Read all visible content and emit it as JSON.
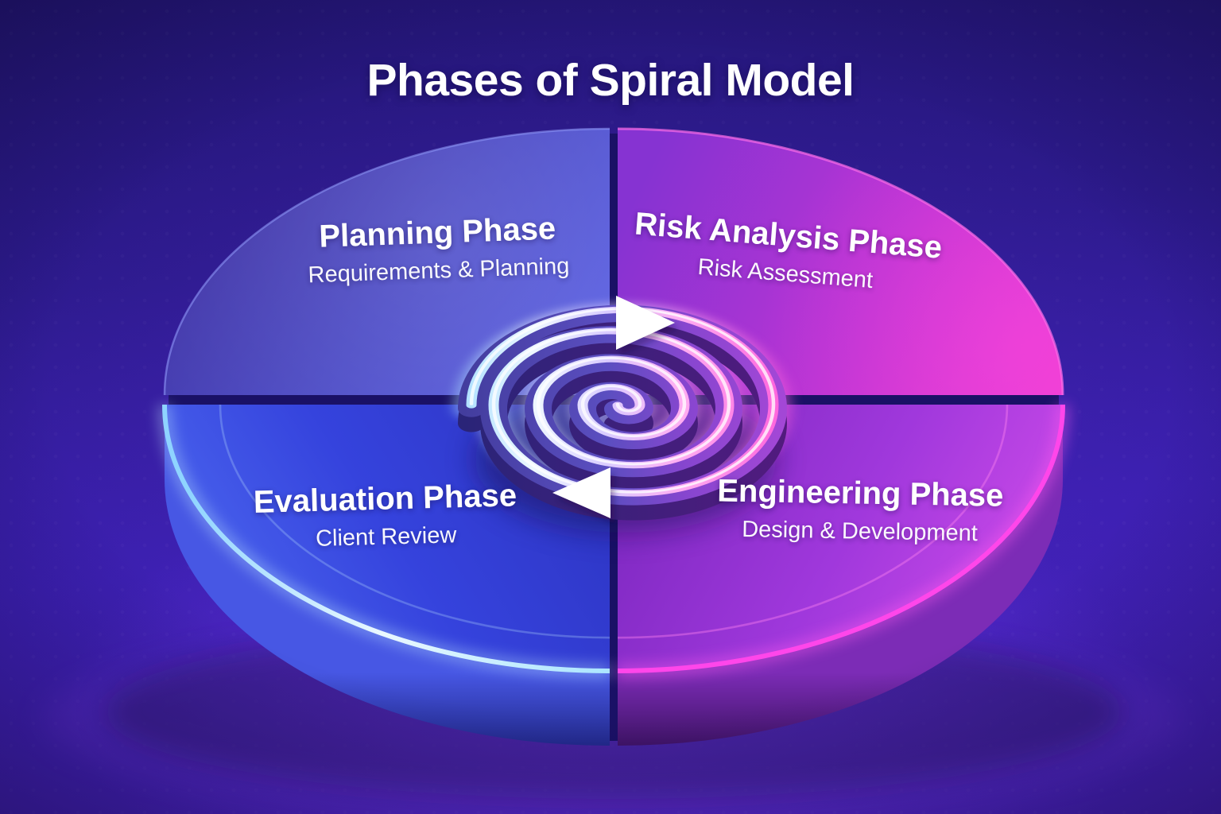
{
  "title": "Phases of Spiral Model",
  "quadrants": [
    {
      "id": "planning",
      "label": "Planning Phase",
      "sublabel": "Requirements & Planning",
      "accent_color": "#5a5fe0",
      "position": "top-left"
    },
    {
      "id": "risk-analysis",
      "label": "Risk Analysis Phase",
      "sublabel": "Risk Assessment",
      "accent_color": "#e03bd2",
      "position": "top-right"
    },
    {
      "id": "evaluation",
      "label": "Evaluation Phase",
      "sublabel": "Client Review",
      "accent_color": "#3543dd",
      "position": "bottom-left"
    },
    {
      "id": "engineering",
      "label": "Engineering Phase",
      "sublabel": "Design & Development",
      "accent_color": "#a038dc",
      "position": "bottom-right"
    }
  ],
  "center": {
    "symbol": "spiral",
    "flow_direction": "clockwise",
    "arrow_icons": [
      "arrow-right-icon",
      "arrow-left-icon"
    ],
    "glow_left_color": "#aee0ff",
    "glow_right_color": "#ff63dc"
  },
  "background_color": "#2c1a8c",
  "title_color": "#ffffff"
}
